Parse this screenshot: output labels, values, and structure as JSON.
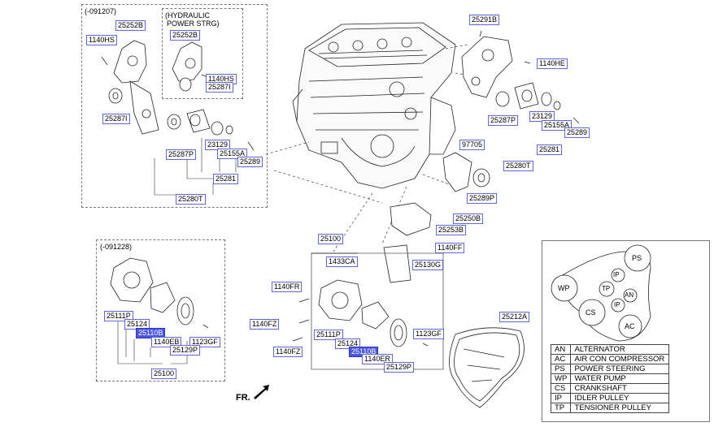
{
  "boxes": {
    "top_left_note": "(-091207)",
    "hydraulic_note_line1": "(HYDRAULIC",
    "hydraulic_note_line2": "POWER STRG)",
    "bottom_left_note": "(-091228)"
  },
  "labels": {
    "tl_25252B_a": "25252B",
    "tl_1140HS_a": "1140HS",
    "tl_25252B_b": "25252B",
    "tl_1140HS_b": "1140HS",
    "tl_25287I_b": "25287I",
    "tl_25287I_a": "25287I",
    "tl_23129": "23129",
    "tl_25287P": "25287P",
    "tl_25155A": "25155A",
    "tl_25289": "25289",
    "tl_25281": "25281",
    "tl_25280T": "25280T",
    "tr_25291B": "25291B",
    "tr_1140HE": "1140HE",
    "tr_23129": "23129",
    "tr_25287P": "25287P",
    "tr_25155A": "25155A",
    "tr_25289": "25289",
    "tr_25281": "25281",
    "tr_25280T": "25280T",
    "tr_97705": "97705",
    "tr_25289P": "25289P",
    "tr_25250B": "25250B",
    "tr_25253B": "25253B",
    "c_25100": "25100",
    "c_1140FF": "1140FF",
    "c_1433CA": "1433CA",
    "c_25130G": "25130G",
    "c_1140FR": "1140FR",
    "c_1140FZ_a": "1140FZ",
    "c_1140FZ_b": "1140FZ",
    "c_25111P": "25111P",
    "c_25124": "25124",
    "c_25110B": "25110B",
    "c_1123GF": "1123GF",
    "c_1140ER": "1140ER",
    "c_25129P": "25129P",
    "bl_25111P": "25111P",
    "bl_25124": "25124",
    "bl_25110B": "25110B",
    "bl_1140EB": "1140EB",
    "bl_1123GF": "1123GF",
    "bl_25129P": "25129P",
    "bl_25100": "25100",
    "belt_25212A": "25212A"
  },
  "belt_diagram": {
    "pulleys": [
      "PS",
      "IP",
      "WP",
      "TP",
      "AN",
      "IP",
      "CS",
      "AC"
    ]
  },
  "legend": [
    {
      "code": "AN",
      "name": "ALTERNATOR"
    },
    {
      "code": "AC",
      "name": "AIR CON COMPRESSOR"
    },
    {
      "code": "PS",
      "name": "POWER STEERING"
    },
    {
      "code": "WP",
      "name": "WATER PUMP"
    },
    {
      "code": "CS",
      "name": "CRANKSHAFT"
    },
    {
      "code": "IP",
      "name": "IDLER PULLEY"
    },
    {
      "code": "TP",
      "name": "TENSIONER PULLEY"
    }
  ],
  "front_indicator": "FR."
}
